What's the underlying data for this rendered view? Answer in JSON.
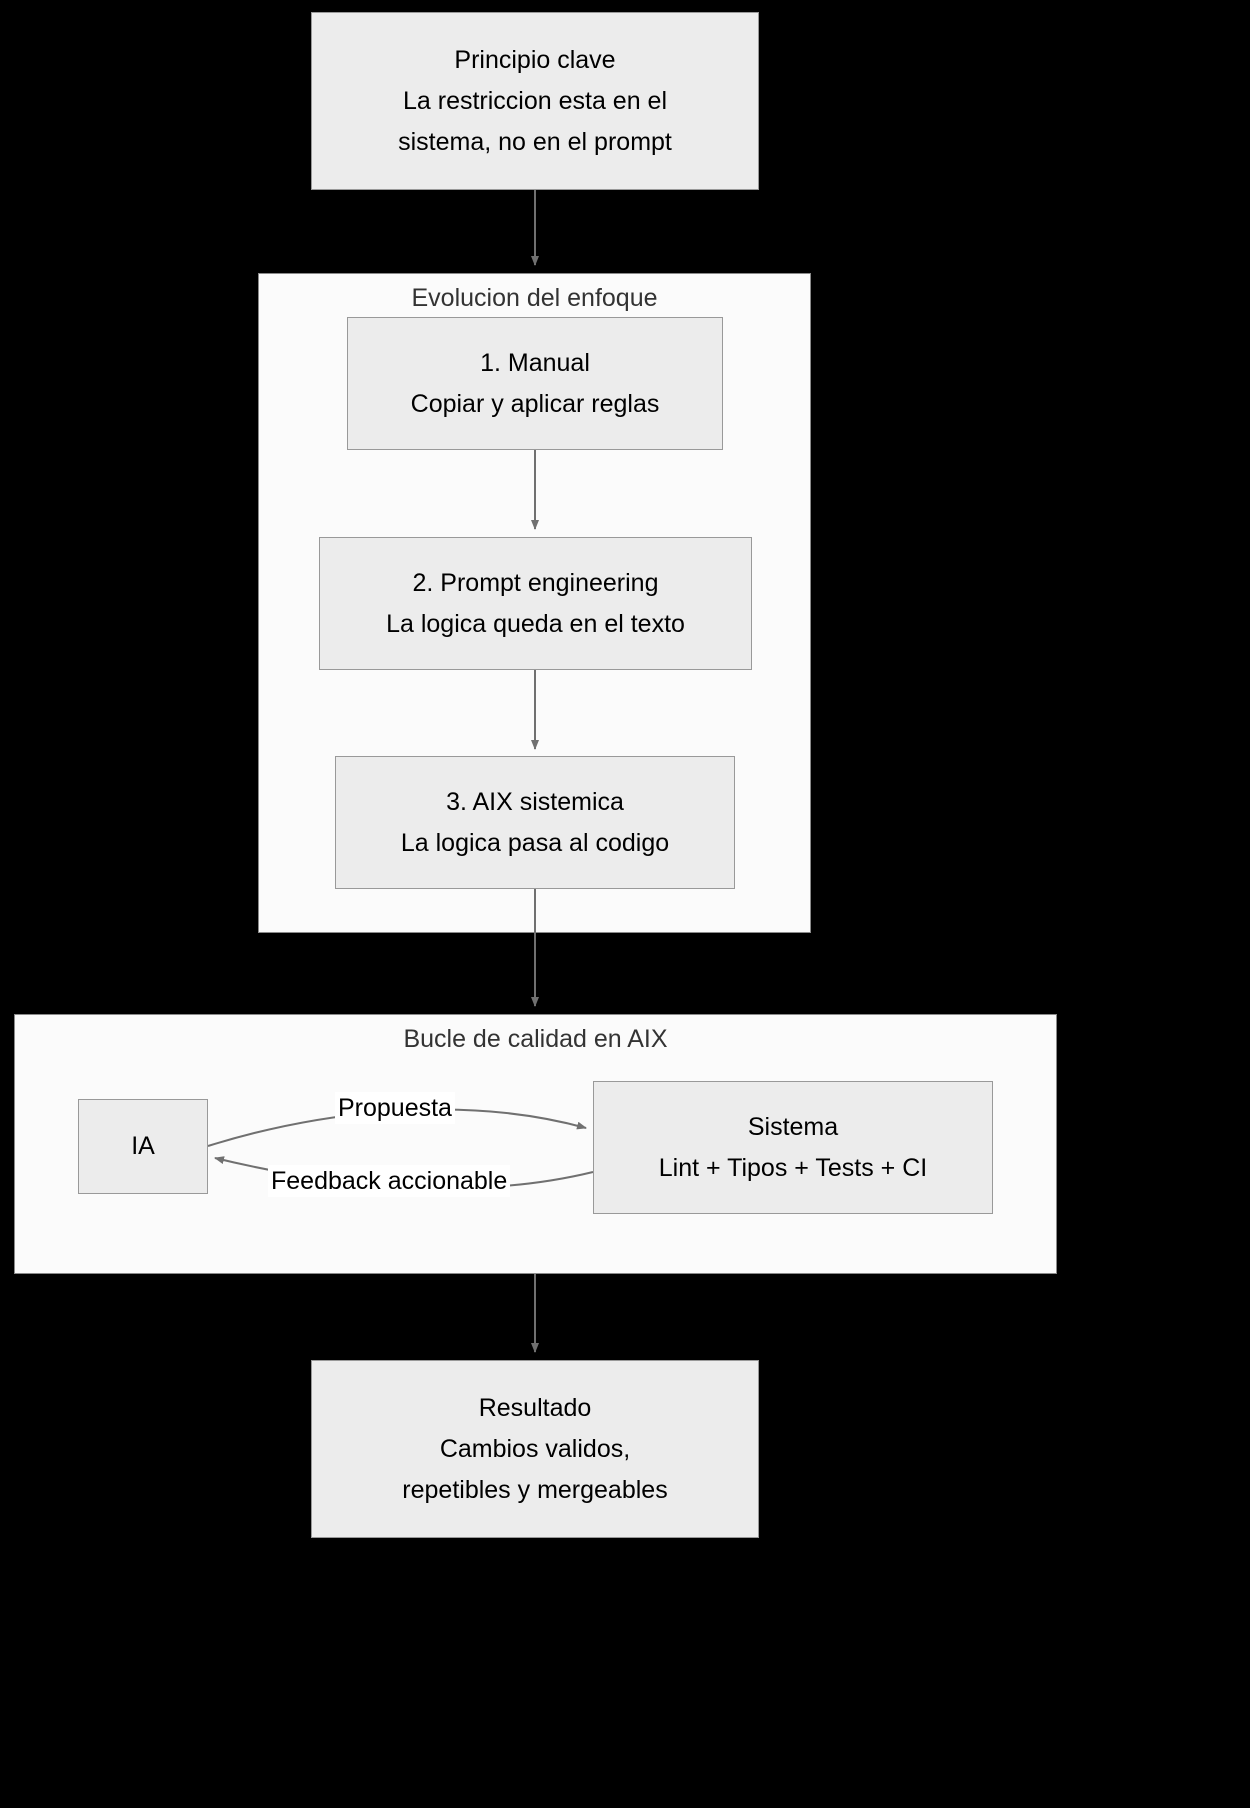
{
  "diagram": {
    "type": "flowchart",
    "direction": "top-down",
    "background_color": "#000000",
    "node_fill": "#ececec",
    "node_stroke": "#999999",
    "subgraph_fill": "#fbfbfb",
    "subgraph_stroke": "#8a8a8a",
    "edge_color": "#707070",
    "text_color": "#000000",
    "subgraph_title_color": "#333333"
  },
  "nodes": {
    "principio": {
      "id": "principio-clave",
      "line1": "Principio clave",
      "line2": "La restriccion esta en el",
      "line3": "sistema, no en el prompt"
    },
    "manual": {
      "id": "paso-1-manual",
      "line1": "1. Manual",
      "line2": "Copiar y aplicar reglas"
    },
    "prompt_engineering": {
      "id": "paso-2-prompt-engineering",
      "line1": "2. Prompt engineering",
      "line2": "La logica queda en el texto"
    },
    "aix_sistemica": {
      "id": "paso-3-aix-sistemica",
      "line1": "3. AIX sistemica",
      "line2": "La logica pasa al codigo"
    },
    "ia": {
      "id": "ia",
      "line1": "IA"
    },
    "sistema": {
      "id": "sistema",
      "line1": "Sistema",
      "line2": "Lint + Tipos + Tests + CI"
    },
    "resultado": {
      "id": "resultado",
      "line1": "Resultado",
      "line2": "Cambios validos,",
      "line3": "repetibles y mergeables"
    }
  },
  "subgraphs": {
    "evolucion": {
      "title": "Evolucion del enfoque"
    },
    "bucle": {
      "title": "Bucle de calidad en AIX"
    }
  },
  "edge_labels": {
    "propuesta": "Propuesta",
    "feedback": "Feedback accionable"
  }
}
